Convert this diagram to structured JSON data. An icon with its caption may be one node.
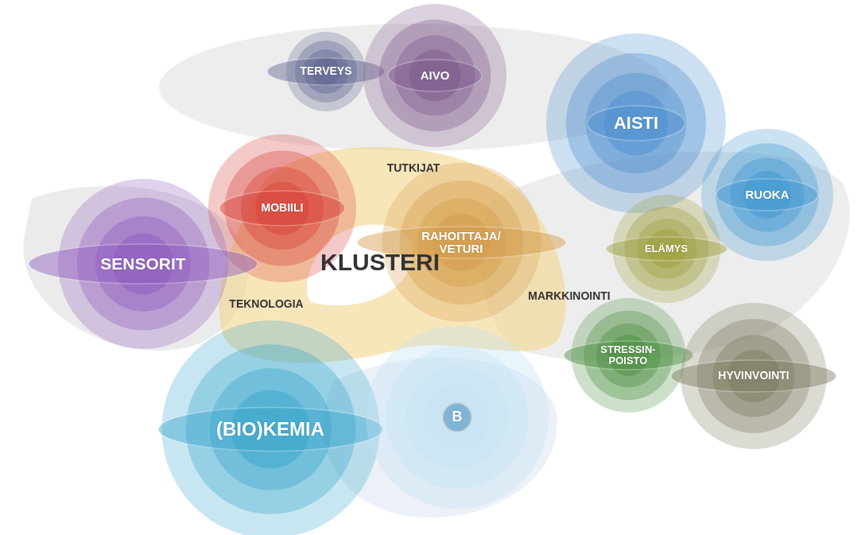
{
  "diagram": {
    "nodes": [
      {
        "text": [
          "TERVEYS"
        ]
      },
      {
        "text": [
          "AIVO"
        ]
      },
      {
        "text": [
          "AISTI"
        ]
      },
      {
        "text": [
          "MOBIILI"
        ]
      },
      {
        "text": [
          "RUOKA"
        ]
      },
      {
        "text": [
          "SENSORIT"
        ]
      },
      {
        "text": [
          "RAHOITTAJA/ VETURI"
        ]
      },
      {
        "text": [
          "ELÄMYS"
        ]
      },
      {
        "text": [
          "STRESSIN- POISTO"
        ]
      },
      {
        "text": [
          "HYVINVOINTI"
        ]
      },
      {
        "text": [
          "(BIO)KEMIA"
        ]
      },
      {
        "text": [
          "B"
        ]
      }
    ],
    "labels": [
      "TUTKIJAT",
      "KLUSTERI",
      "TEKNOLOGIA",
      "MARKKINOINTI"
    ]
  }
}
